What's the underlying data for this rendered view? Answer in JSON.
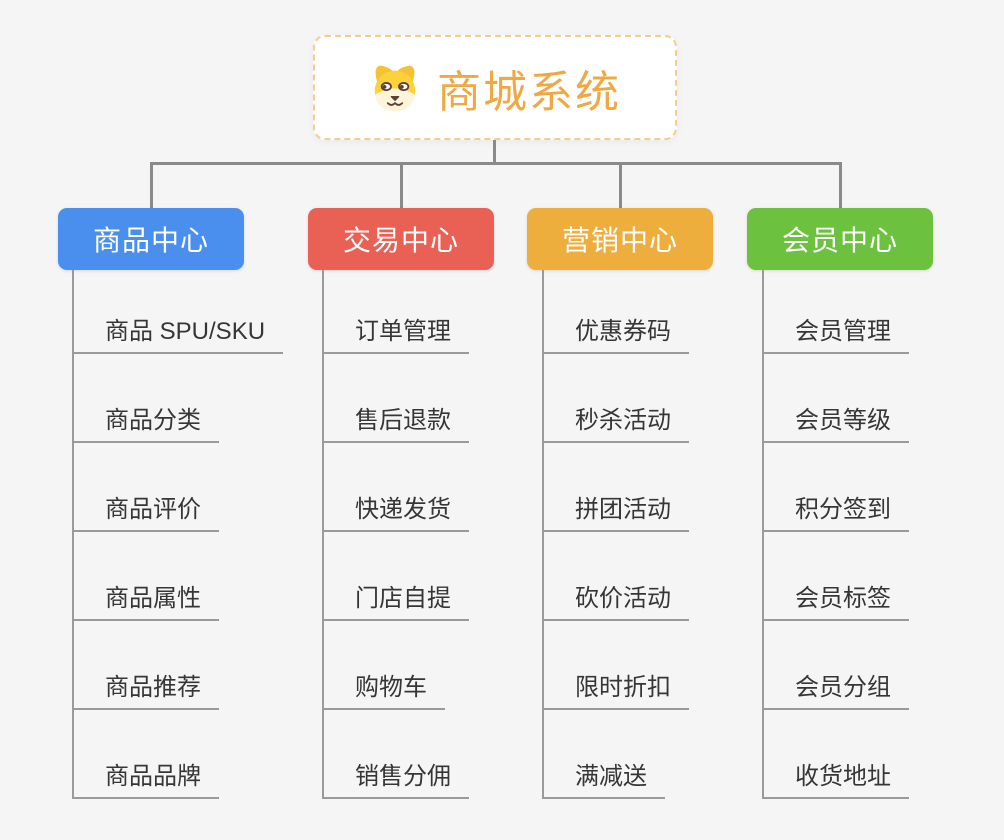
{
  "background": "#f5f5f5",
  "connector_color": "#8a8a8a",
  "line_color": "#9a9a9a",
  "root": {
    "title": "商城系统",
    "icon": "dog-face-icon",
    "text_color": "#f0a843",
    "border_color": "#f3cd8e",
    "bg_color": "#ffffff"
  },
  "branches": [
    {
      "label": "商品中心",
      "color": "#4a8fed",
      "children": [
        "商品 SPU/SKU",
        "商品分类",
        "商品评价",
        "商品属性",
        "商品推荐",
        "商品品牌"
      ]
    },
    {
      "label": "交易中心",
      "color": "#e96055",
      "children": [
        "订单管理",
        "售后退款",
        "快递发货",
        "门店自提",
        "购物车",
        "销售分佣"
      ]
    },
    {
      "label": "营销中心",
      "color": "#eeae3e",
      "children": [
        "优惠券码",
        "秒杀活动",
        "拼团活动",
        "砍价活动",
        "限时折扣",
        "满减送"
      ]
    },
    {
      "label": "会员中心",
      "color": "#6cc13f",
      "children": [
        "会员管理",
        "会员等级",
        "积分签到",
        "会员标签",
        "会员分组",
        "收货地址"
      ]
    }
  ]
}
